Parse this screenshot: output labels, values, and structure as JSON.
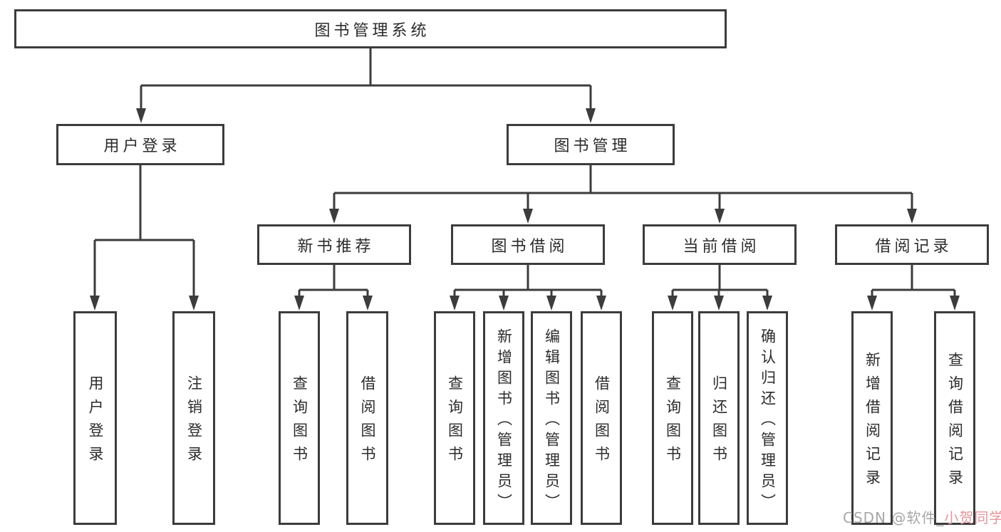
{
  "tree": {
    "label": "图书管理系统",
    "children": [
      {
        "label": "用户登录",
        "children": [
          {
            "label": "用户登录"
          },
          {
            "label": "注销登录"
          }
        ]
      },
      {
        "label": "图书管理",
        "children": [
          {
            "label": "新书推荐",
            "children": [
              {
                "label": "查询图书"
              },
              {
                "label": "借阅图书"
              }
            ]
          },
          {
            "label": "图书借阅",
            "children": [
              {
                "label": "查询图书"
              },
              {
                "label": "新增图书（管理员）"
              },
              {
                "label": "编辑图书（管理员）"
              },
              {
                "label": "借阅图书"
              }
            ]
          },
          {
            "label": "当前借阅",
            "children": [
              {
                "label": "查询图书"
              },
              {
                "label": "归还图书"
              },
              {
                "label": "确认归还（管理员）"
              }
            ]
          },
          {
            "label": "借阅记录",
            "children": [
              {
                "label": "新增借阅记录"
              },
              {
                "label": "查询借阅记录"
              }
            ]
          }
        ]
      }
    ]
  },
  "watermark": {
    "part1": "CSDN @软件_",
    "part2": "小贺同学"
  },
  "colors": {
    "line": "#3c3c3c",
    "text": "#2b2b2b",
    "watermark_gray": "#a7a7a7",
    "watermark_pink": "#e2959b"
  }
}
